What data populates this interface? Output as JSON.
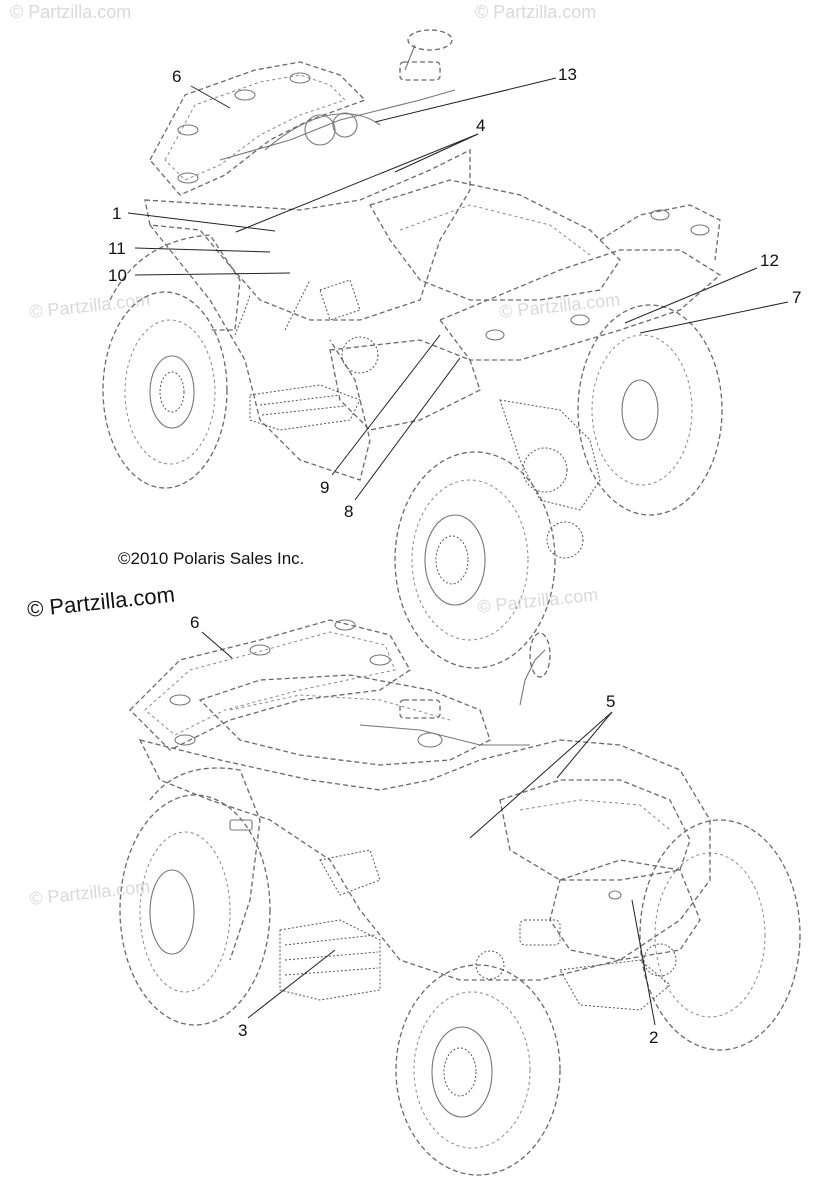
{
  "watermarks": [
    "© Partzilla.com",
    "© Partzilla.com",
    "© Partzilla.com",
    "© Partzilla.com",
    "© Partzilla.com",
    "© Partzilla.com"
  ],
  "copyright": "©2010 Polaris Sales Inc.",
  "brand": "© Partzilla.com",
  "top_view": {
    "callouts": [
      "6",
      "13",
      "4",
      "1",
      "11",
      "10",
      "12",
      "7",
      "9",
      "8"
    ]
  },
  "bottom_view": {
    "callouts": [
      "6",
      "5",
      "3",
      "2"
    ]
  }
}
